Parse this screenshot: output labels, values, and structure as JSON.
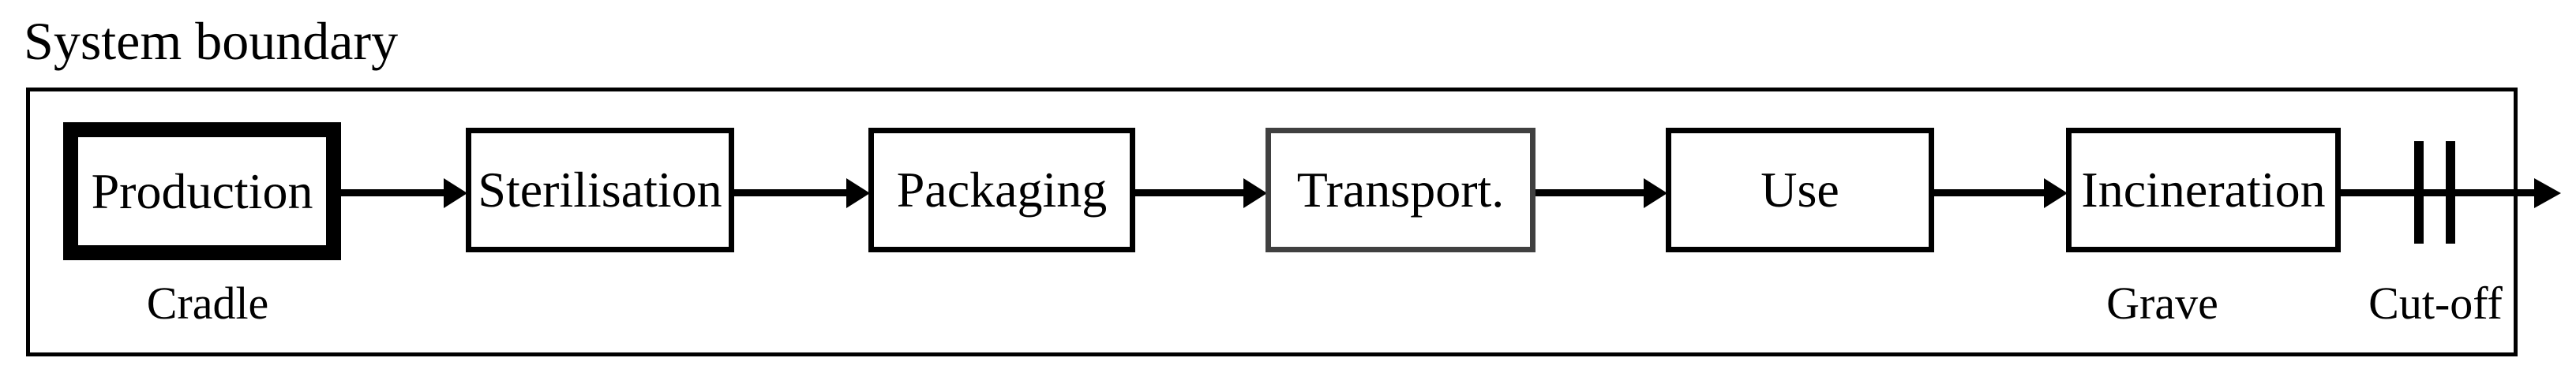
{
  "title": "System boundary",
  "stages": [
    {
      "label": "Production",
      "style": "thick-black-border"
    },
    {
      "label": "Sterilisation",
      "style": "black-border"
    },
    {
      "label": "Packaging",
      "style": "black-border"
    },
    {
      "label": "Transport.",
      "style": "gray-border"
    },
    {
      "label": "Use",
      "style": "black-border"
    },
    {
      "label": "Incineration",
      "style": "black-border"
    }
  ],
  "labels": {
    "cradle": "Cradle",
    "grave": "Grave",
    "cutoff": "Cut-off"
  },
  "flow": {
    "direction": "left-to-right",
    "arrow_count": 6,
    "cutoff_symbol": "double-vertical-bars-on-exit-arrow"
  },
  "colors": {
    "ink": "#000000",
    "transport_border": "#404040",
    "background": "#ffffff"
  }
}
